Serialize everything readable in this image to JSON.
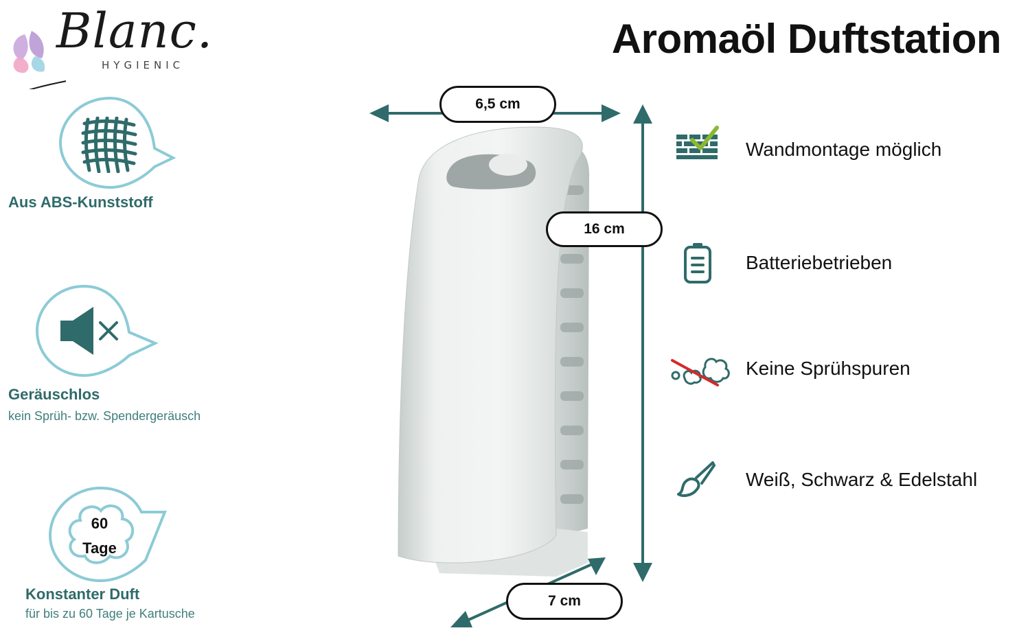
{
  "brand": {
    "name": "Blanc.",
    "tagline": "HYGIENIC"
  },
  "title": "Aromaöl Duftstation",
  "features_left": [
    {
      "icon": "mesh-net-icon",
      "title": "Aus ABS-Kunststoff",
      "subtitle": ""
    },
    {
      "icon": "speaker-mute-icon",
      "title": "Geräuschlos",
      "subtitle": "kein Sprüh- bzw. Spendergeräusch"
    },
    {
      "icon": "cloud-60-days-icon",
      "badge_line1": "60",
      "badge_line2": "Tage",
      "title": "Konstanter Duft",
      "subtitle": "für bis zu 60 Tage je Kartusche"
    }
  ],
  "dimensions": {
    "width": "6,5 cm",
    "height": "16 cm",
    "depth": "7 cm"
  },
  "features_right": [
    {
      "icon": "wall-check-icon",
      "label": "Wandmontage möglich"
    },
    {
      "icon": "battery-icon",
      "label": "Batteriebetrieben"
    },
    {
      "icon": "no-spray-cloud-icon",
      "label": "Keine Sprühspuren"
    },
    {
      "icon": "paintbrush-icon",
      "label": "Weiß, Schwarz & Edelstahl"
    }
  ],
  "colors": {
    "accent_teal": "#2f6b6a",
    "drop_outline": "#8ccbd6",
    "arrow": "#2f6b6a",
    "no_line_red": "#d42a2a",
    "check_green": "#8ab833"
  }
}
